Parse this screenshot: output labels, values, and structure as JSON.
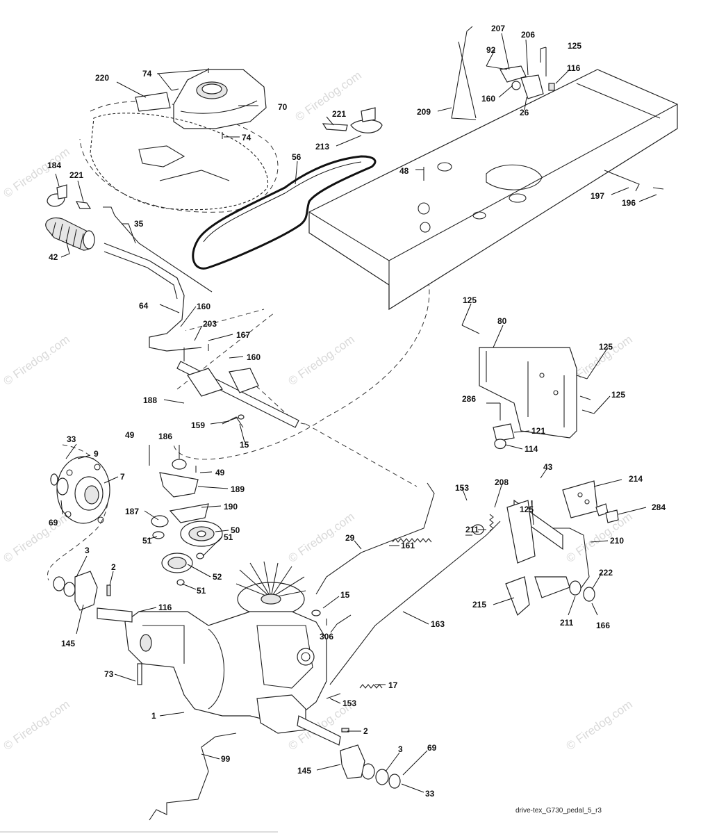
{
  "watermark": {
    "text": "© Firedog.com"
  },
  "caption": "drive-tex_G730_pedal_5_r3",
  "labels": {
    "l220": "220",
    "l74a": "74",
    "l70": "70",
    "l74b": "74",
    "l184": "184",
    "l221a": "221",
    "l35": "35",
    "l42": "42",
    "l56": "56",
    "l221b": "221",
    "l213": "213",
    "l209": "209",
    "l207": "207",
    "l206": "206",
    "l125a": "125",
    "l92": "92",
    "l116a": "116",
    "l160a": "160",
    "l26": "26",
    "l48": "48",
    "l197": "197",
    "l196": "196",
    "l64": "64",
    "l160b": "160",
    "l203": "203",
    "l167": "167",
    "l160c": "160",
    "l188": "188",
    "l159": "159",
    "l15a": "15",
    "l125b": "125",
    "l80": "80",
    "l125c": "125",
    "l125d": "125",
    "l286": "286",
    "l121": "121",
    "l114": "114",
    "l33a": "33",
    "l9": "9",
    "l7": "7",
    "l69a": "69",
    "l49a": "49",
    "l186": "186",
    "l49b": "49",
    "l189": "189",
    "l190": "190",
    "l187": "187",
    "l50": "50",
    "l51a": "51",
    "l51b": "51",
    "l52": "52",
    "l51c": "51",
    "l43": "43",
    "l214": "214",
    "l284": "284",
    "l153a": "153",
    "l208": "208",
    "l125e": "125",
    "l211a": "211",
    "l210": "210",
    "l29": "29",
    "l161": "161",
    "l3a": "3",
    "l2a": "2",
    "l145a": "145",
    "l116b": "116",
    "l15b": "15",
    "l306": "306",
    "l163": "163",
    "l215": "215",
    "l222": "222",
    "l211b": "211",
    "l166": "166",
    "l73": "73",
    "l17": "17",
    "l153b": "153",
    "l1": "1",
    "l2b": "2",
    "l99": "99",
    "l3b": "3",
    "l69b": "69",
    "l145b": "145",
    "l33b": "33"
  }
}
